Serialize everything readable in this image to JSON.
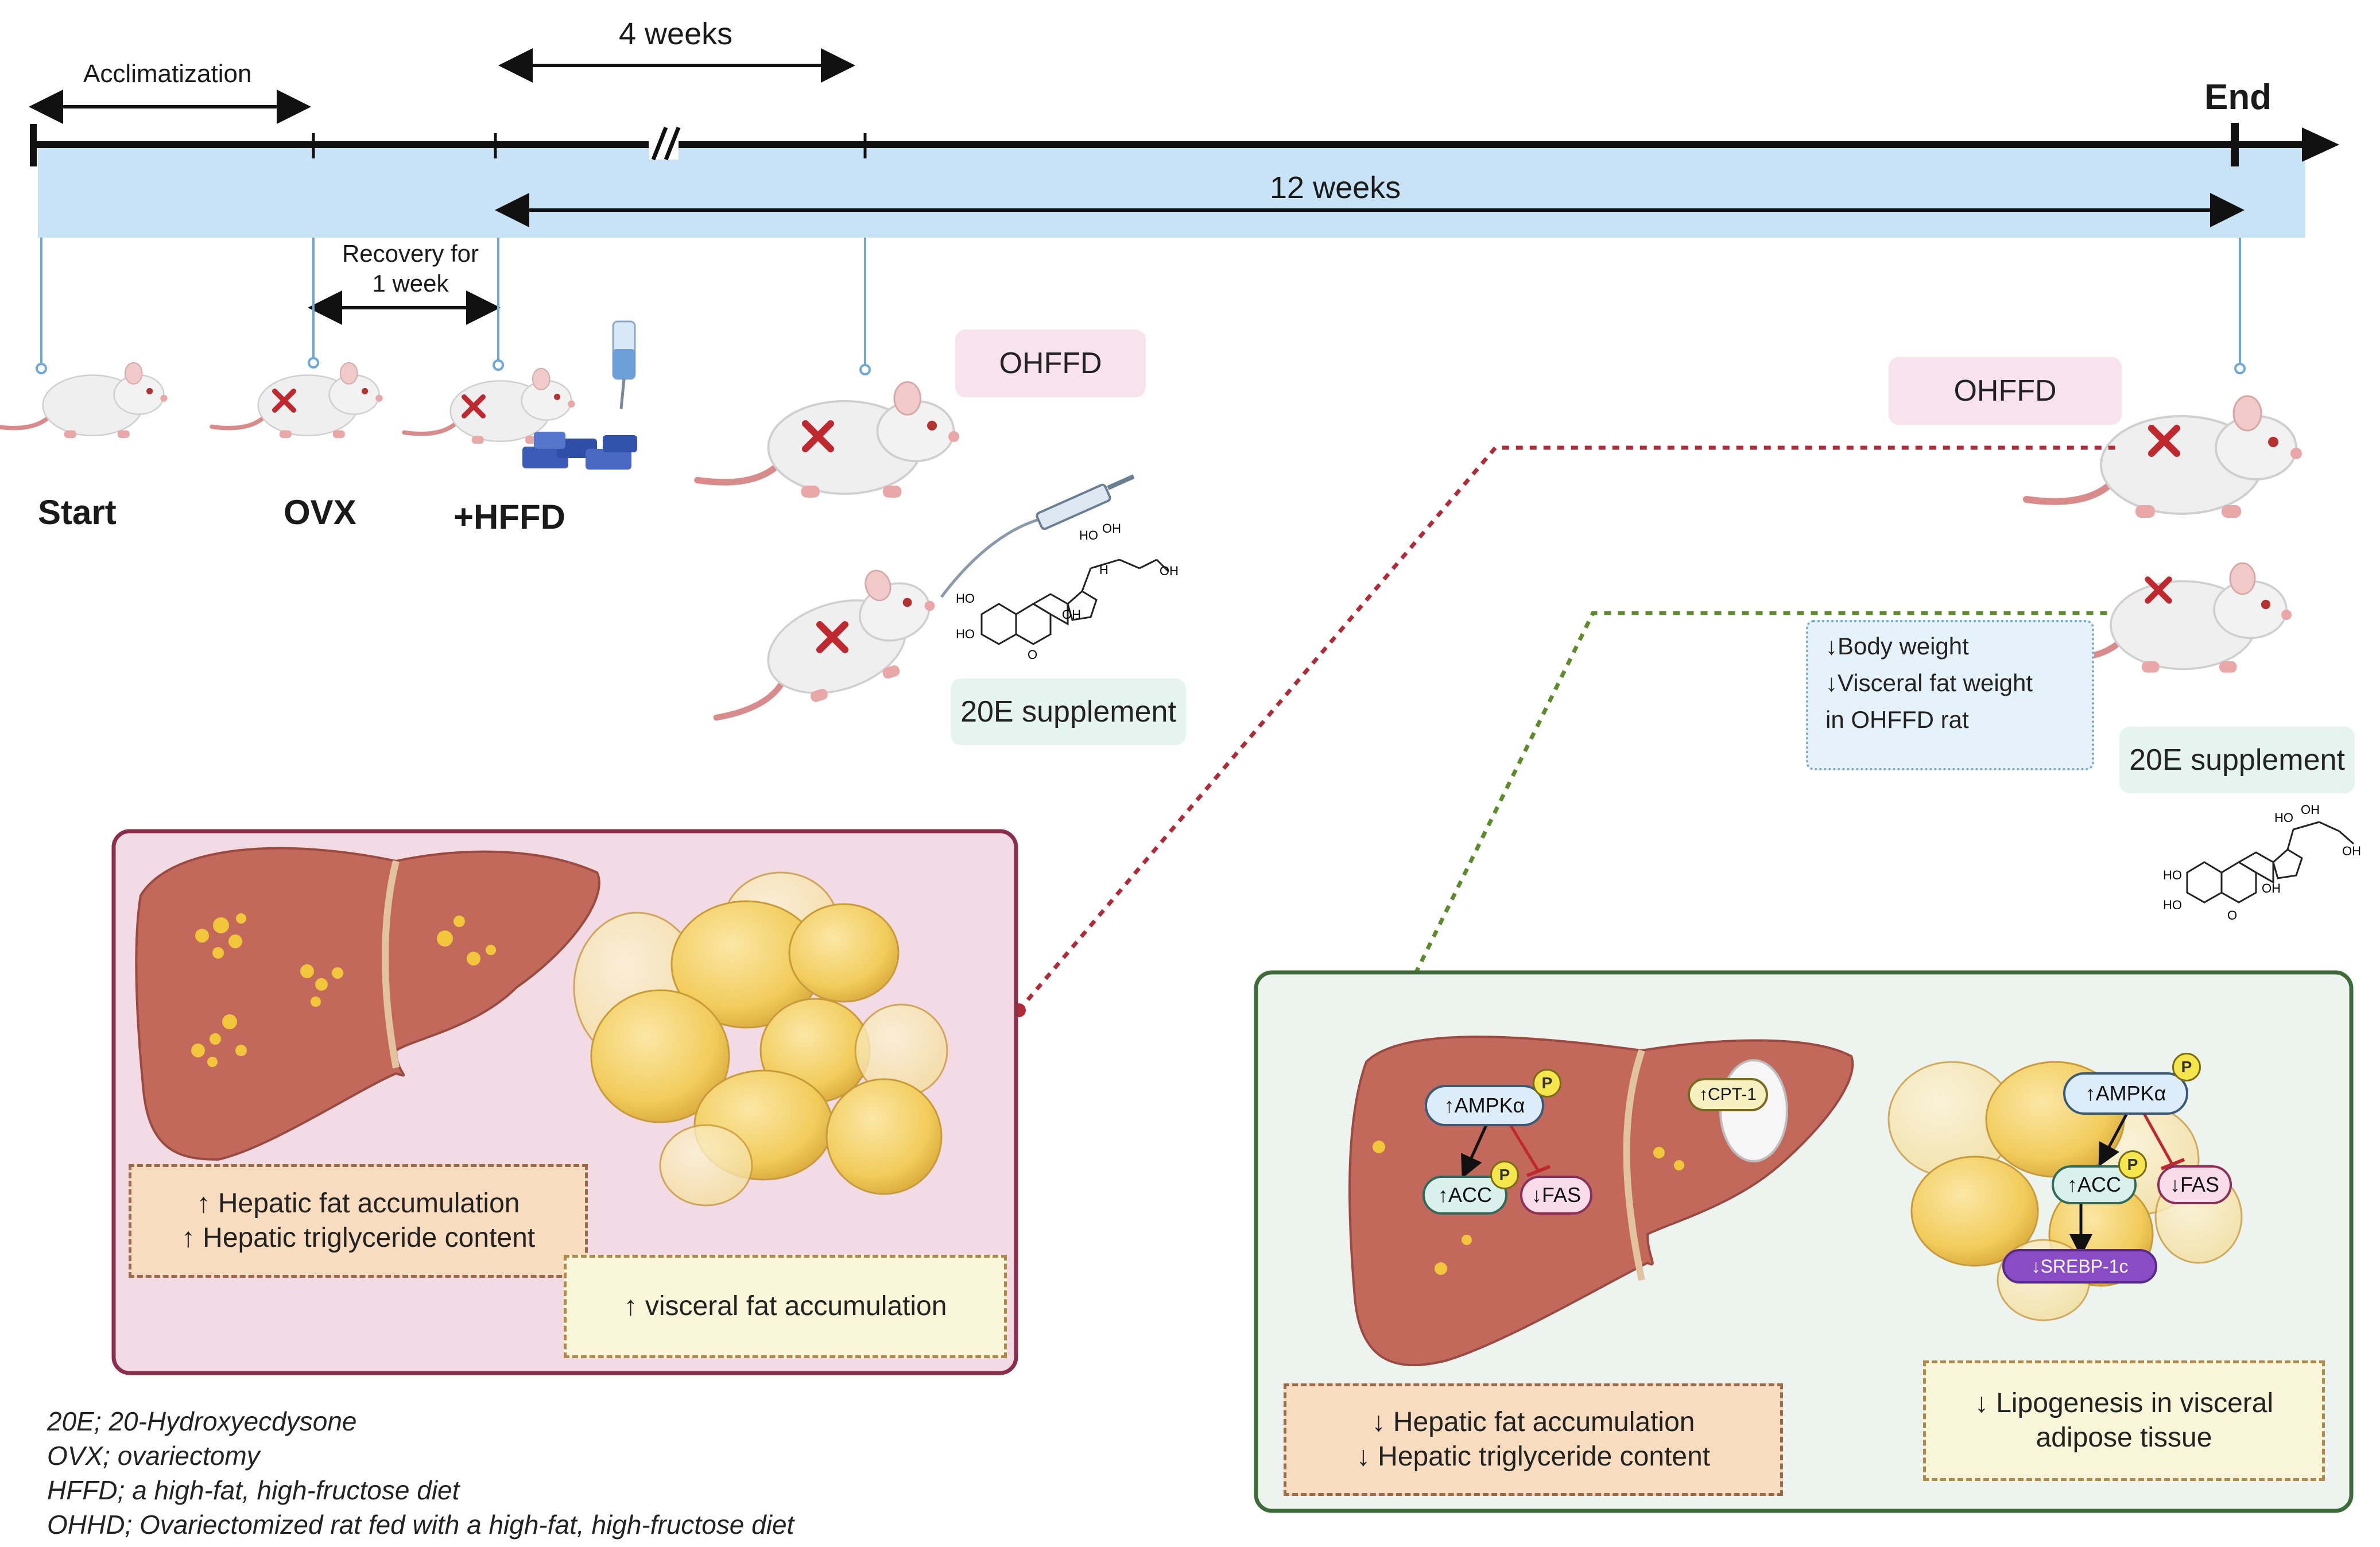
{
  "timeline": {
    "acclimatization": "Acclimatization",
    "four_weeks": "4 weeks",
    "twelve_weeks": "12 weeks",
    "recovery_line1": "Recovery for",
    "recovery_line2": "1 week",
    "end": "End"
  },
  "stages": {
    "start": "Start",
    "ovx": "OVX",
    "hffd": "+HFFD"
  },
  "groups": {
    "ohffd_1": "OHFFD",
    "ohffd_2": "OHFFD",
    "supplement_1": "20E supplement",
    "supplement_2": "20E supplement"
  },
  "effects_box": {
    "line1": "↓Body weight",
    "line2": "↓Visceral fat weight",
    "line3": "in OHFFD rat"
  },
  "left_panel": {
    "hepatic_line1": "↑ Hepatic fat accumulation",
    "hepatic_line2": "↑ Hepatic triglyceride content",
    "visceral": "↑ visceral  fat accumulation"
  },
  "right_panel": {
    "liver": {
      "ampk": "↑AMPKα",
      "acc": "↑ACC",
      "fas": "↓FAS",
      "cpt1": "↑CPT-1",
      "p": "P"
    },
    "adipose": {
      "ampk": "↑AMPKα",
      "acc": "↑ACC",
      "fas": "↓FAS",
      "srebp": "↓SREBP-1c",
      "p": "P"
    },
    "hepatic_line1": "↓ Hepatic fat accumulation",
    "hepatic_line2": "↓ Hepatic triglyceride content",
    "lipo_line1": "↓ Lipogenesis in visceral",
    "lipo_line2": "adipose  tissue"
  },
  "molecule_labels": {
    "ho": "HO",
    "oh": "OH",
    "h": "H",
    "o": "O"
  },
  "legend": [
    "20E; 20-Hydroxyecdysone",
    "OVX; ovariectomy",
    "HFFD; a high-fat, high-fructose diet",
    "OHHD; Ovariectomized rat fed with a high-fat, high-fructose diet"
  ],
  "colors": {
    "band": "#c9e3f6",
    "pink_panel": "#f3dbe6",
    "pink_border": "#8a2e4a",
    "green_panel": "#edf4ef",
    "green_border": "#3d6b3a",
    "tag_pink": "#f8e3ec",
    "tag_mint": "#e6f4ef",
    "note_orange": "#f7dcc0",
    "note_yellow": "#f8f5d8",
    "liver": "#c2695c",
    "fat": "#f2cc5c",
    "red_dot": "#b02a37",
    "green_dot": "#5d8a2a"
  }
}
